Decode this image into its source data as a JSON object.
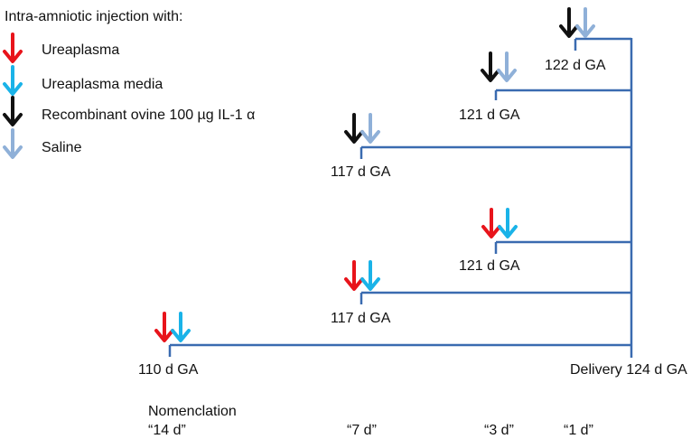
{
  "legend": {
    "title": "Intra-amniotic injection with:",
    "items": [
      {
        "label": "Ureaplasma",
        "color": "#e8141b",
        "icon": "red-arrow-icon"
      },
      {
        "label": "Ureaplasma media",
        "color": "#1ab3e8",
        "icon": "cyan-arrow-icon"
      },
      {
        "label": "Recombinant ovine 100 µg IL-1 α",
        "color": "#111111",
        "icon": "black-arrow-icon"
      },
      {
        "label": "Saline",
        "color": "#8fb0d8",
        "icon": "lightblue-arrow-icon"
      }
    ]
  },
  "timeline": {
    "line_color": "#3a6bb0",
    "il1_groups": [
      {
        "label": "122 d GA",
        "arrows": [
          "black",
          "lightblue"
        ]
      },
      {
        "label": "121 d GA",
        "arrows": [
          "black",
          "lightblue"
        ]
      },
      {
        "label": "117 d GA",
        "arrows": [
          "black",
          "lightblue"
        ]
      }
    ],
    "ureaplasma_groups": [
      {
        "label": "121 d GA",
        "arrows": [
          "red",
          "cyan"
        ]
      },
      {
        "label": "117 d GA",
        "arrows": [
          "red",
          "cyan"
        ]
      },
      {
        "label": "110 d GA",
        "arrows": [
          "red",
          "cyan"
        ]
      }
    ],
    "delivery_label": "Delivery 124 d GA"
  },
  "nomenclature": {
    "title": "Nomenclation",
    "labels": [
      "“14 d”",
      "“7 d”",
      "“3 d”",
      "“1 d”"
    ]
  }
}
